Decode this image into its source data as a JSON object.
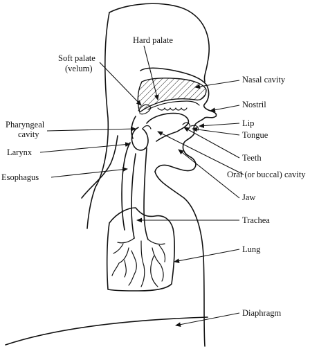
{
  "labels": {
    "hard_palate": "Hard palate",
    "soft_palate_line1": "Soft palate",
    "soft_palate_line2": "(velum)",
    "nasal_cavity": "Nasal cavity",
    "nostril": "Nostril",
    "pharyngeal_line1": "Pharyngeal",
    "pharyngeal_line2": "cavity",
    "lip": "Lip",
    "tongue": "Tongue",
    "larynx": "Larynx",
    "teeth": "Teeth",
    "esophagus": "Esophagus",
    "oral_cavity": "Oral (or buccal) cavity",
    "jaw": "Jaw",
    "trachea": "Trachea",
    "lung": "Lung",
    "diaphragm": "Diaphragm"
  },
  "colors": {
    "line": "#111111",
    "background": "#ffffff"
  }
}
